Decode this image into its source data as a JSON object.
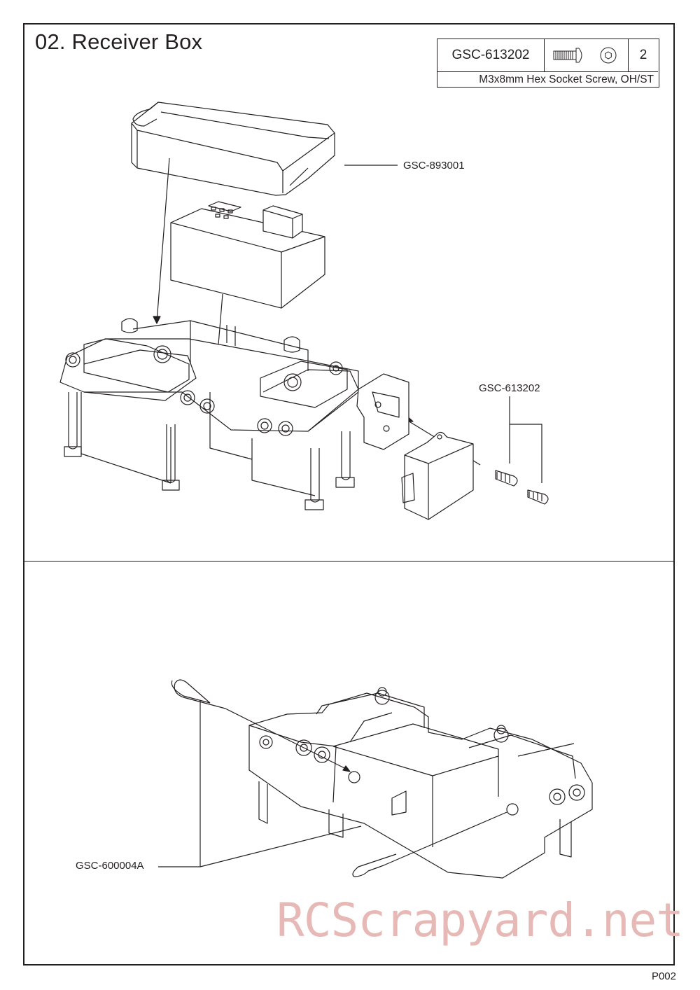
{
  "section": {
    "title": "02. Receiver Box"
  },
  "parts_table": {
    "code": "GSC-613202",
    "quantity": "2",
    "description": "M3x8mm Hex Socket Screw, OH/ST",
    "icon": "hex-socket-screw-icon"
  },
  "callouts": {
    "receiver_box_cover": "GSC-893001",
    "screws": "GSC-613202",
    "body_clips": "GSC-600004A"
  },
  "page_number": "P002",
  "watermark": "RCScrapyard.net"
}
